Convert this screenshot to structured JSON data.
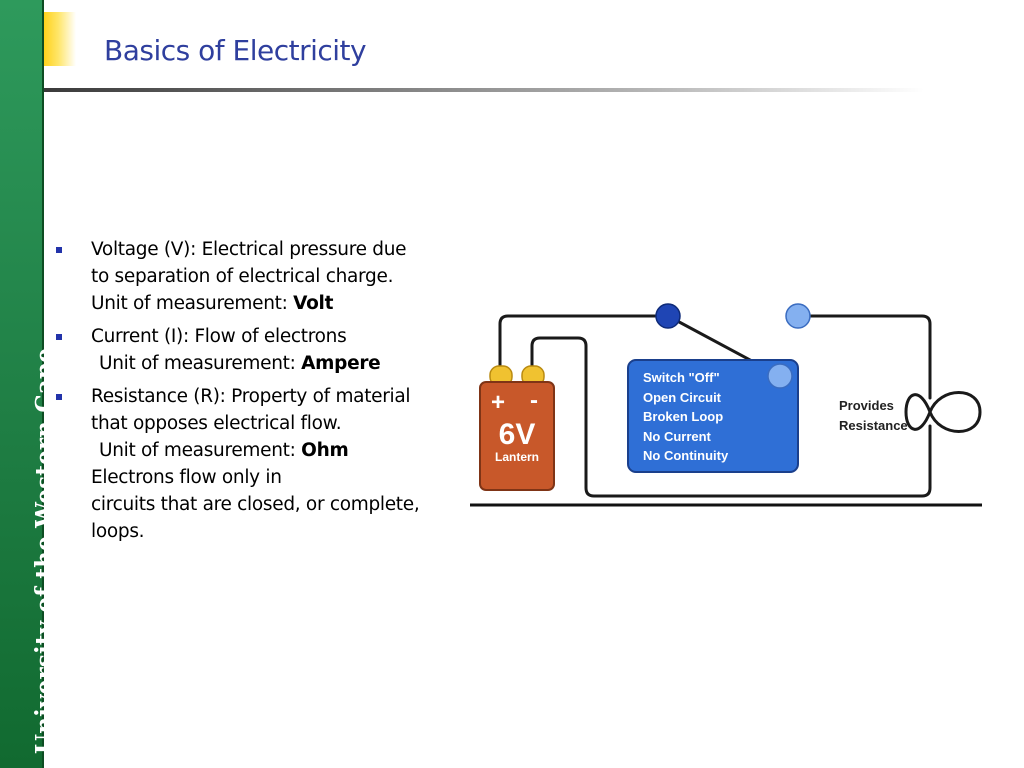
{
  "slide": {
    "title": "Basics of Electricity",
    "sidebar_text": "University of the Western Cape"
  },
  "bullets": [
    {
      "lines": [
        {
          "text": "Voltage (V): Electrical pressure due"
        },
        {
          "text": "to separation of electrical charge."
        },
        {
          "text": "Unit of measurement: ",
          "strong": "Volt"
        }
      ]
    },
    {
      "lines": [
        {
          "text": "Current (I): Flow of electrons"
        },
        {
          "text": "Unit of measurement: ",
          "strong": "Ampere",
          "indent": true
        }
      ]
    },
    {
      "lines": [
        {
          "text": "Resistance (R): Property of material"
        },
        {
          "text": "that opposes electrical flow."
        },
        {
          "text": "Unit of measurement: ",
          "strong": "Ohm",
          "indent": true
        },
        {
          "text": "Electrons flow only in"
        },
        {
          "text": "circuits that are closed, or complete,"
        },
        {
          "text": "loops."
        }
      ]
    }
  ],
  "diagram": {
    "battery_plus": "+",
    "battery_minus": "-",
    "battery_voltage": "6V",
    "battery_type": "Lantern",
    "switch_label_lines": [
      "Switch \"Off\"",
      "Open Circuit",
      "Broken Loop",
      "No Current",
      "No Continuity"
    ],
    "resistor_label_lines": [
      "Provides",
      "Resistance"
    ],
    "colors": {
      "battery": "#c8582a",
      "battery_terminal": "#f0c230",
      "switch_box": "#2f6fd6",
      "switch_contact_dark": "#1f45b4",
      "switch_contact_light": "#84b0f0",
      "wire": "#1a1a1a"
    }
  }
}
